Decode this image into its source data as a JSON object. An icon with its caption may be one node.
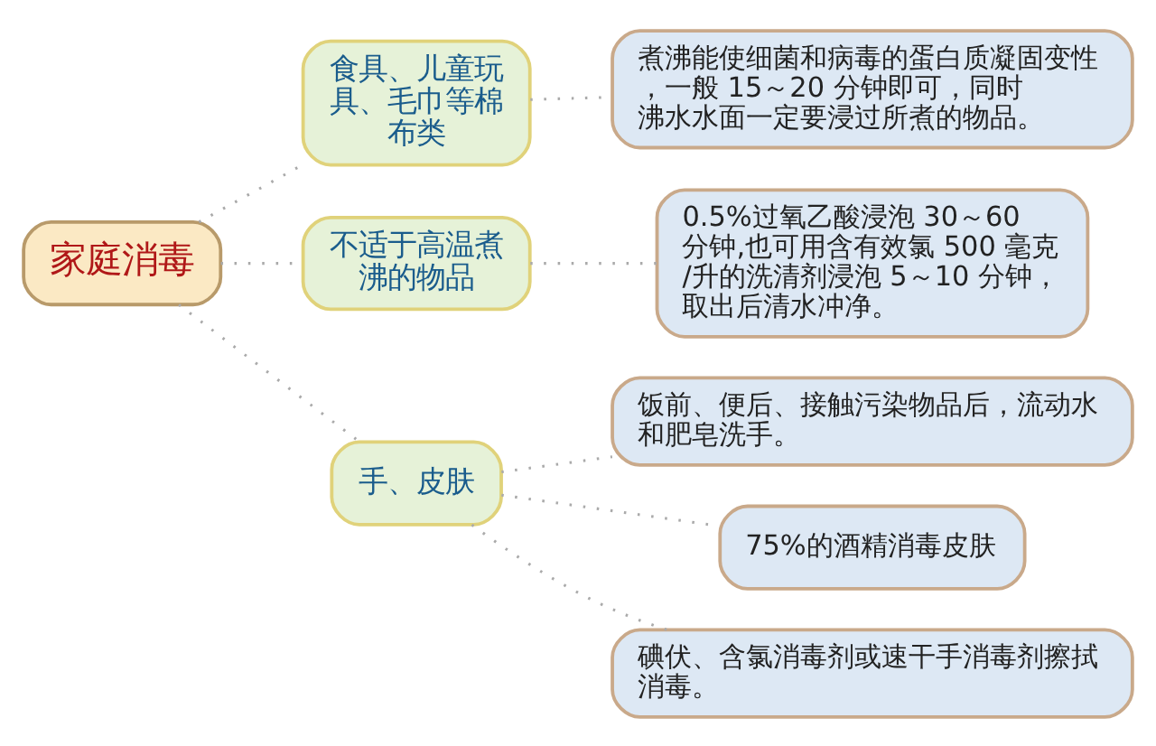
{
  "diagram": {
    "nodes": [
      {
        "text": [
          "家庭消毒"
        ]
      },
      {
        "text": [
          "食具、儿童玩具、毛巾等棉布类"
        ]
      },
      {
        "text": [
          "煮沸能使细菌和病毒的蛋白质凝固变性，一般 15～20 分钟即可，同时沸水水面一定要浸过所煮的物品。"
        ]
      },
      {
        "text": [
          "不适于高温煮沸的物品"
        ]
      },
      {
        "text": [
          "0.5%过氧乙酸浸泡 30～60 分钟,也可用含有效氯 500 毫克/升的洗清剂浸泡 5～10 分钟，取出后清水冲净。"
        ]
      },
      {
        "text": [
          "手、皮肤"
        ]
      },
      {
        "text": [
          "饭前、便后、接触污染物品后，流动水和肥皂洗手。"
        ]
      },
      {
        "text": [
          "75%的酒精消毒皮肤"
        ]
      },
      {
        "text": [
          "碘伏、含氯消毒剂或速干手消毒剂擦拭消毒。"
        ]
      }
    ],
    "edges": [
      {
        "from": 0,
        "to": 1,
        "arrow": "none"
      },
      {
        "from": 1,
        "to": 2,
        "arrow": "none"
      },
      {
        "from": 0,
        "to": 3,
        "arrow": "none"
      },
      {
        "from": 3,
        "to": 4,
        "arrow": "none"
      },
      {
        "from": 0,
        "to": 5,
        "arrow": "none"
      },
      {
        "from": 5,
        "to": 6,
        "arrow": "none"
      },
      {
        "from": 5,
        "to": 7,
        "arrow": "none"
      },
      {
        "from": 5,
        "to": 8,
        "arrow": "none"
      }
    ]
  }
}
